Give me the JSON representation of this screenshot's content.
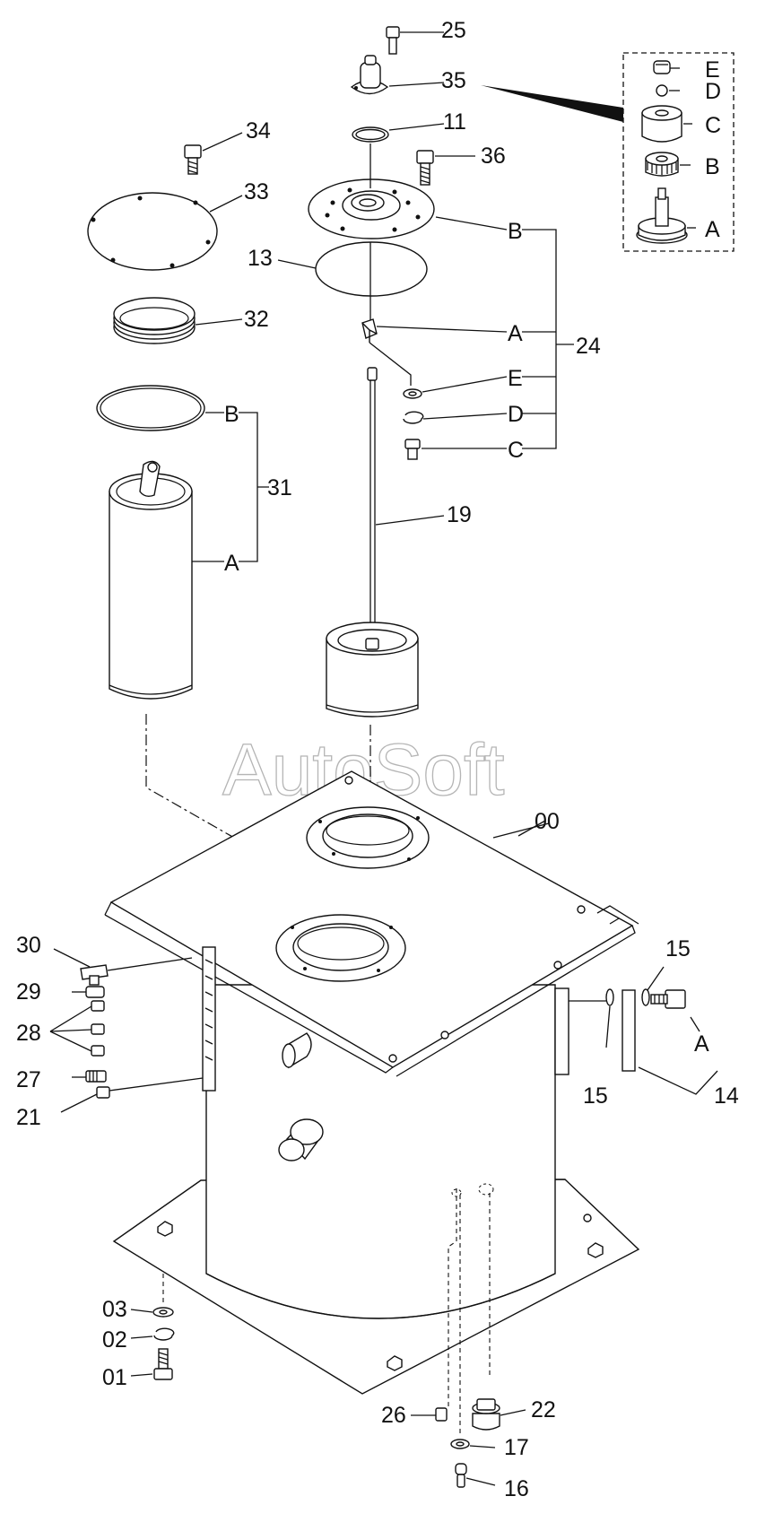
{
  "watermark": "AutoSoft",
  "labels": {
    "n25": "25",
    "n35": "35",
    "n11": "11",
    "n36": "36",
    "n34": "34",
    "n33": "33",
    "n13": "13",
    "n32": "32",
    "n24": "24",
    "n31": "31",
    "n19": "19",
    "n00": "00",
    "n30": "30",
    "n29": "29",
    "n28": "28",
    "n27": "27",
    "n21": "21",
    "n15a": "15",
    "n15b": "15",
    "n14": "14",
    "n03": "03",
    "n02": "02",
    "n01": "01",
    "n26": "26",
    "n22": "22",
    "n17": "17",
    "n16": "16"
  },
  "letters": {
    "inset_e": "E",
    "inset_d": "D",
    "inset_c": "C",
    "inset_b": "B",
    "inset_a": "A",
    "g24_b": "B",
    "g24_a": "A",
    "g24_e": "E",
    "g24_d": "D",
    "g24_c": "C",
    "g31_b": "B",
    "g31_a": "A",
    "g14_a": "A"
  }
}
